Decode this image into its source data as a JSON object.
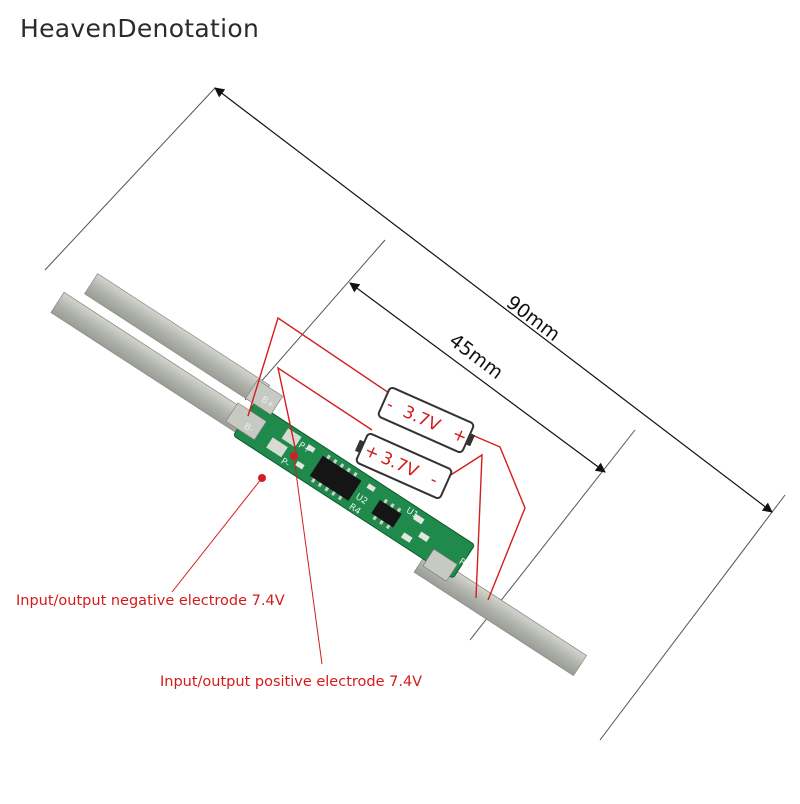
{
  "watermark": "HeavenDenotation",
  "dimensions": {
    "total_length": "90mm",
    "board_length": "45mm"
  },
  "cells": [
    {
      "voltage": "3.7V",
      "left_symbol": "-",
      "right_symbol": "+"
    },
    {
      "voltage": "3.7V",
      "left_symbol": "+",
      "right_symbol": "-"
    }
  ],
  "callouts": {
    "negative": "Input/output negative electrode 7.4V",
    "positive": "Input/output positive electrode 7.4V"
  },
  "silkscreen": {
    "b_plus": "B+",
    "b_minus": "B-",
    "p_plus": "P+",
    "p_minus": "P-",
    "u1": "U1",
    "u2": "U2",
    "r4": "R4",
    "r3": "R3"
  },
  "colors": {
    "pcb": "#1f8a4c",
    "nickel": "#b9bcb5",
    "wire": "#d21e1e",
    "dim_line": "#1a1a1a"
  }
}
